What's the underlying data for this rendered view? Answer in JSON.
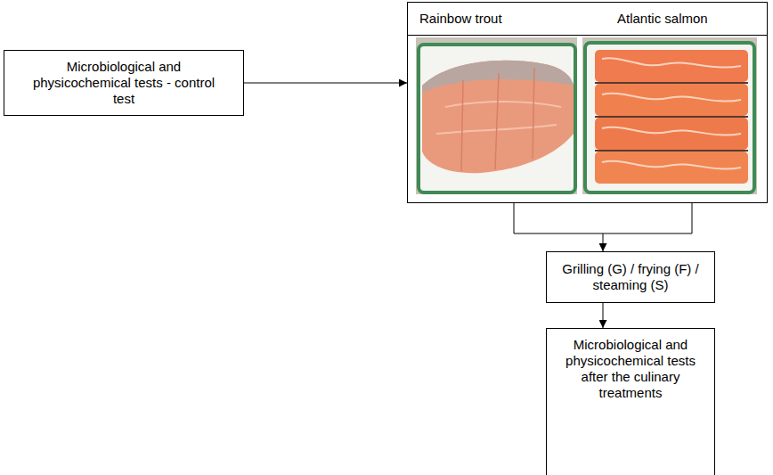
{
  "diagram": {
    "nodes": [
      {
        "text": [
          "Microbiological and physicochemical tests - control test"
        ]
      },
      {
        "text": [
          "Rainbow trout",
          "Atlantic salmon"
        ]
      },
      {
        "text": [
          "Grilling (G) / frying (F) / steaming (S)"
        ]
      },
      {
        "text": [
          "Microbiological and physicochemical tests after the culinary treatments"
        ]
      }
    ],
    "edges": [
      {
        "from": 0,
        "to": 1,
        "arrow": "to"
      },
      {
        "from": 1,
        "to": 2,
        "arrow": "to"
      },
      {
        "from": 2,
        "to": 3,
        "arrow": "to"
      }
    ]
  }
}
